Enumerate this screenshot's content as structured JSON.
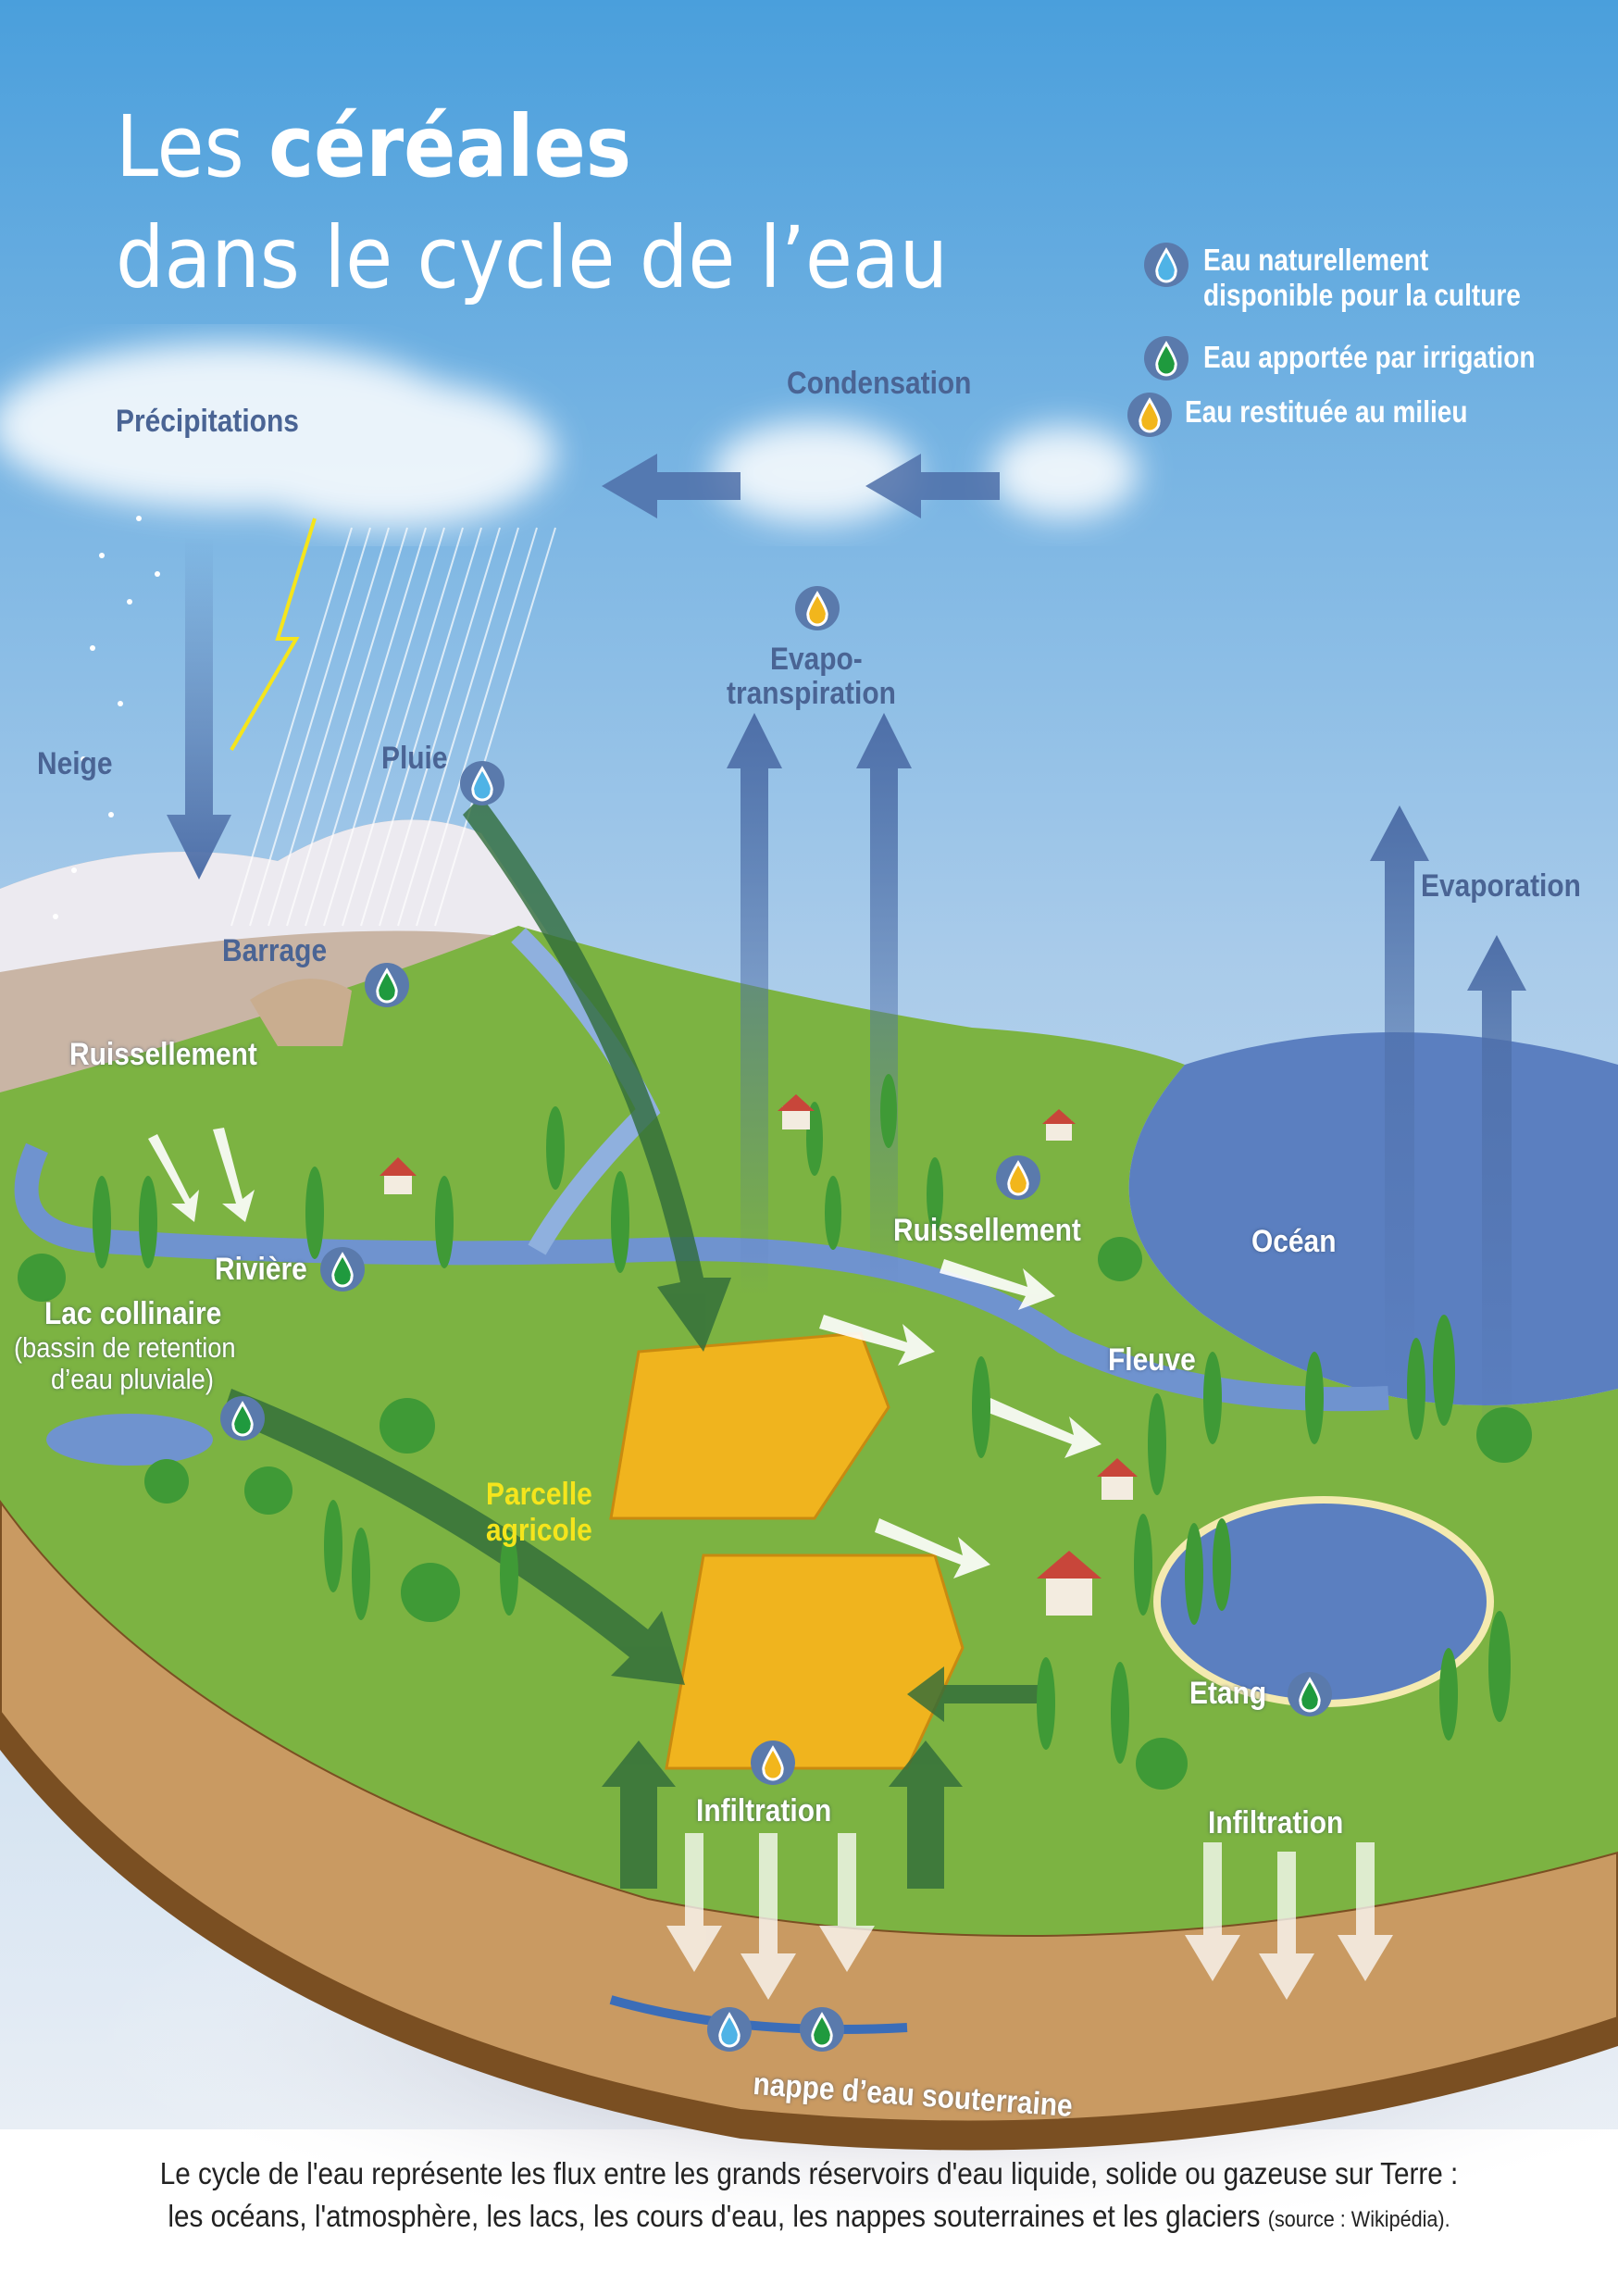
{
  "title": {
    "line1_prefix": "Les ",
    "line1_bold": "céréales",
    "line2": "dans le cycle de l’eau"
  },
  "legend": [
    {
      "icon": "drop-blue-icon",
      "color": "#4fb3e6",
      "label_1": "Eau naturellement",
      "label_2": "disponible pour la culture"
    },
    {
      "icon": "drop-green-icon",
      "color": "#1f9a3e",
      "label_1": "Eau apportée par irrigation"
    },
    {
      "icon": "drop-yellow-icon",
      "color": "#f2b61c",
      "label_1": "Eau restituée au milieu"
    }
  ],
  "labels": {
    "condensation": "Condensation",
    "precipitations": "Précipitations",
    "neige": "Neige",
    "pluie": "Pluie",
    "barrage": "Barrage",
    "ruissellement_left": "Ruissellement",
    "riviere": "Rivière",
    "lac_1": "Lac collinaire",
    "lac_2": "(bassin de retention",
    "lac_3": "d’eau pluviale)",
    "parcelle_1": "Parcelle",
    "parcelle_2": "agricole",
    "evapo_1": "Evapo-",
    "evapo_2": "transpiration",
    "ruissellement_right": "Ruissellement",
    "ocean": "Océan",
    "fleuve": "Fleuve",
    "evaporation": "Evaporation",
    "etang": "Etang",
    "infiltration_left": "Infiltration",
    "infiltration_right": "Infiltration",
    "nappe": "nappe d’eau souterraine"
  },
  "caption": {
    "line1": "Le cycle de l'eau représente les flux entre les grands réservoirs d'eau liquide, solide ou gazeuse sur Terre :",
    "line2": "les océans, l'atmosphère, les lacs, les cours d'eau, les nappes souterraines et les glaciers ",
    "source": "(source : Wikipédia)."
  },
  "colors": {
    "sky_top": "#4a9fdc",
    "sky_bottom": "#d7e6f3",
    "grass": "#7cb342",
    "soil": "#c99a62",
    "water": "#5b7fc0",
    "arrow": "#4e6fa8",
    "field": "#f0b41e"
  }
}
